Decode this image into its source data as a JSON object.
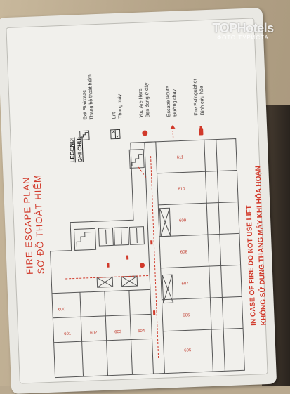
{
  "plan": {
    "title_en": "FIRE ESCAPE PLAN",
    "title_vi": "SƠ ĐỒ THOÁT HIỂM",
    "warning_en": "IN CASE OF FIRE DO NOT USE LIFT",
    "warning_vi": "KHÔNG SỬ DỤNG THANG MÁY KHI HỎA HOẠN",
    "legend_title_en": "LEGEND:",
    "legend_title_vi": "GHI CHÚ:",
    "legend": [
      {
        "icon": "staircase-icon",
        "en": "Exit Staircase",
        "vi": "Thang bộ thoát hiểm"
      },
      {
        "icon": "lift-icon",
        "en": "Lift",
        "vi": "Thang máy"
      },
      {
        "icon": "you-are-here-dot-icon",
        "en": "You Are Here",
        "vi": "Bạn đang ở đây"
      },
      {
        "icon": "escape-route-arrow-icon",
        "en": "Escape Route",
        "vi": "Đường chạy"
      },
      {
        "icon": "fire-extinguisher-icon",
        "en": "Fire Extinguisher",
        "vi": "Bình cứu hỏa"
      }
    ],
    "rooms_top": [
      "611",
      "610",
      "609",
      "608",
      "607",
      "606",
      "605"
    ],
    "rooms_bottom": [
      "601",
      "602",
      "603",
      "604"
    ],
    "room_left": "600",
    "accent_color": "#d1392a"
  },
  "watermark": {
    "brand": "TOPHotels",
    "sub": "ФОТО ТУРИСТА"
  }
}
